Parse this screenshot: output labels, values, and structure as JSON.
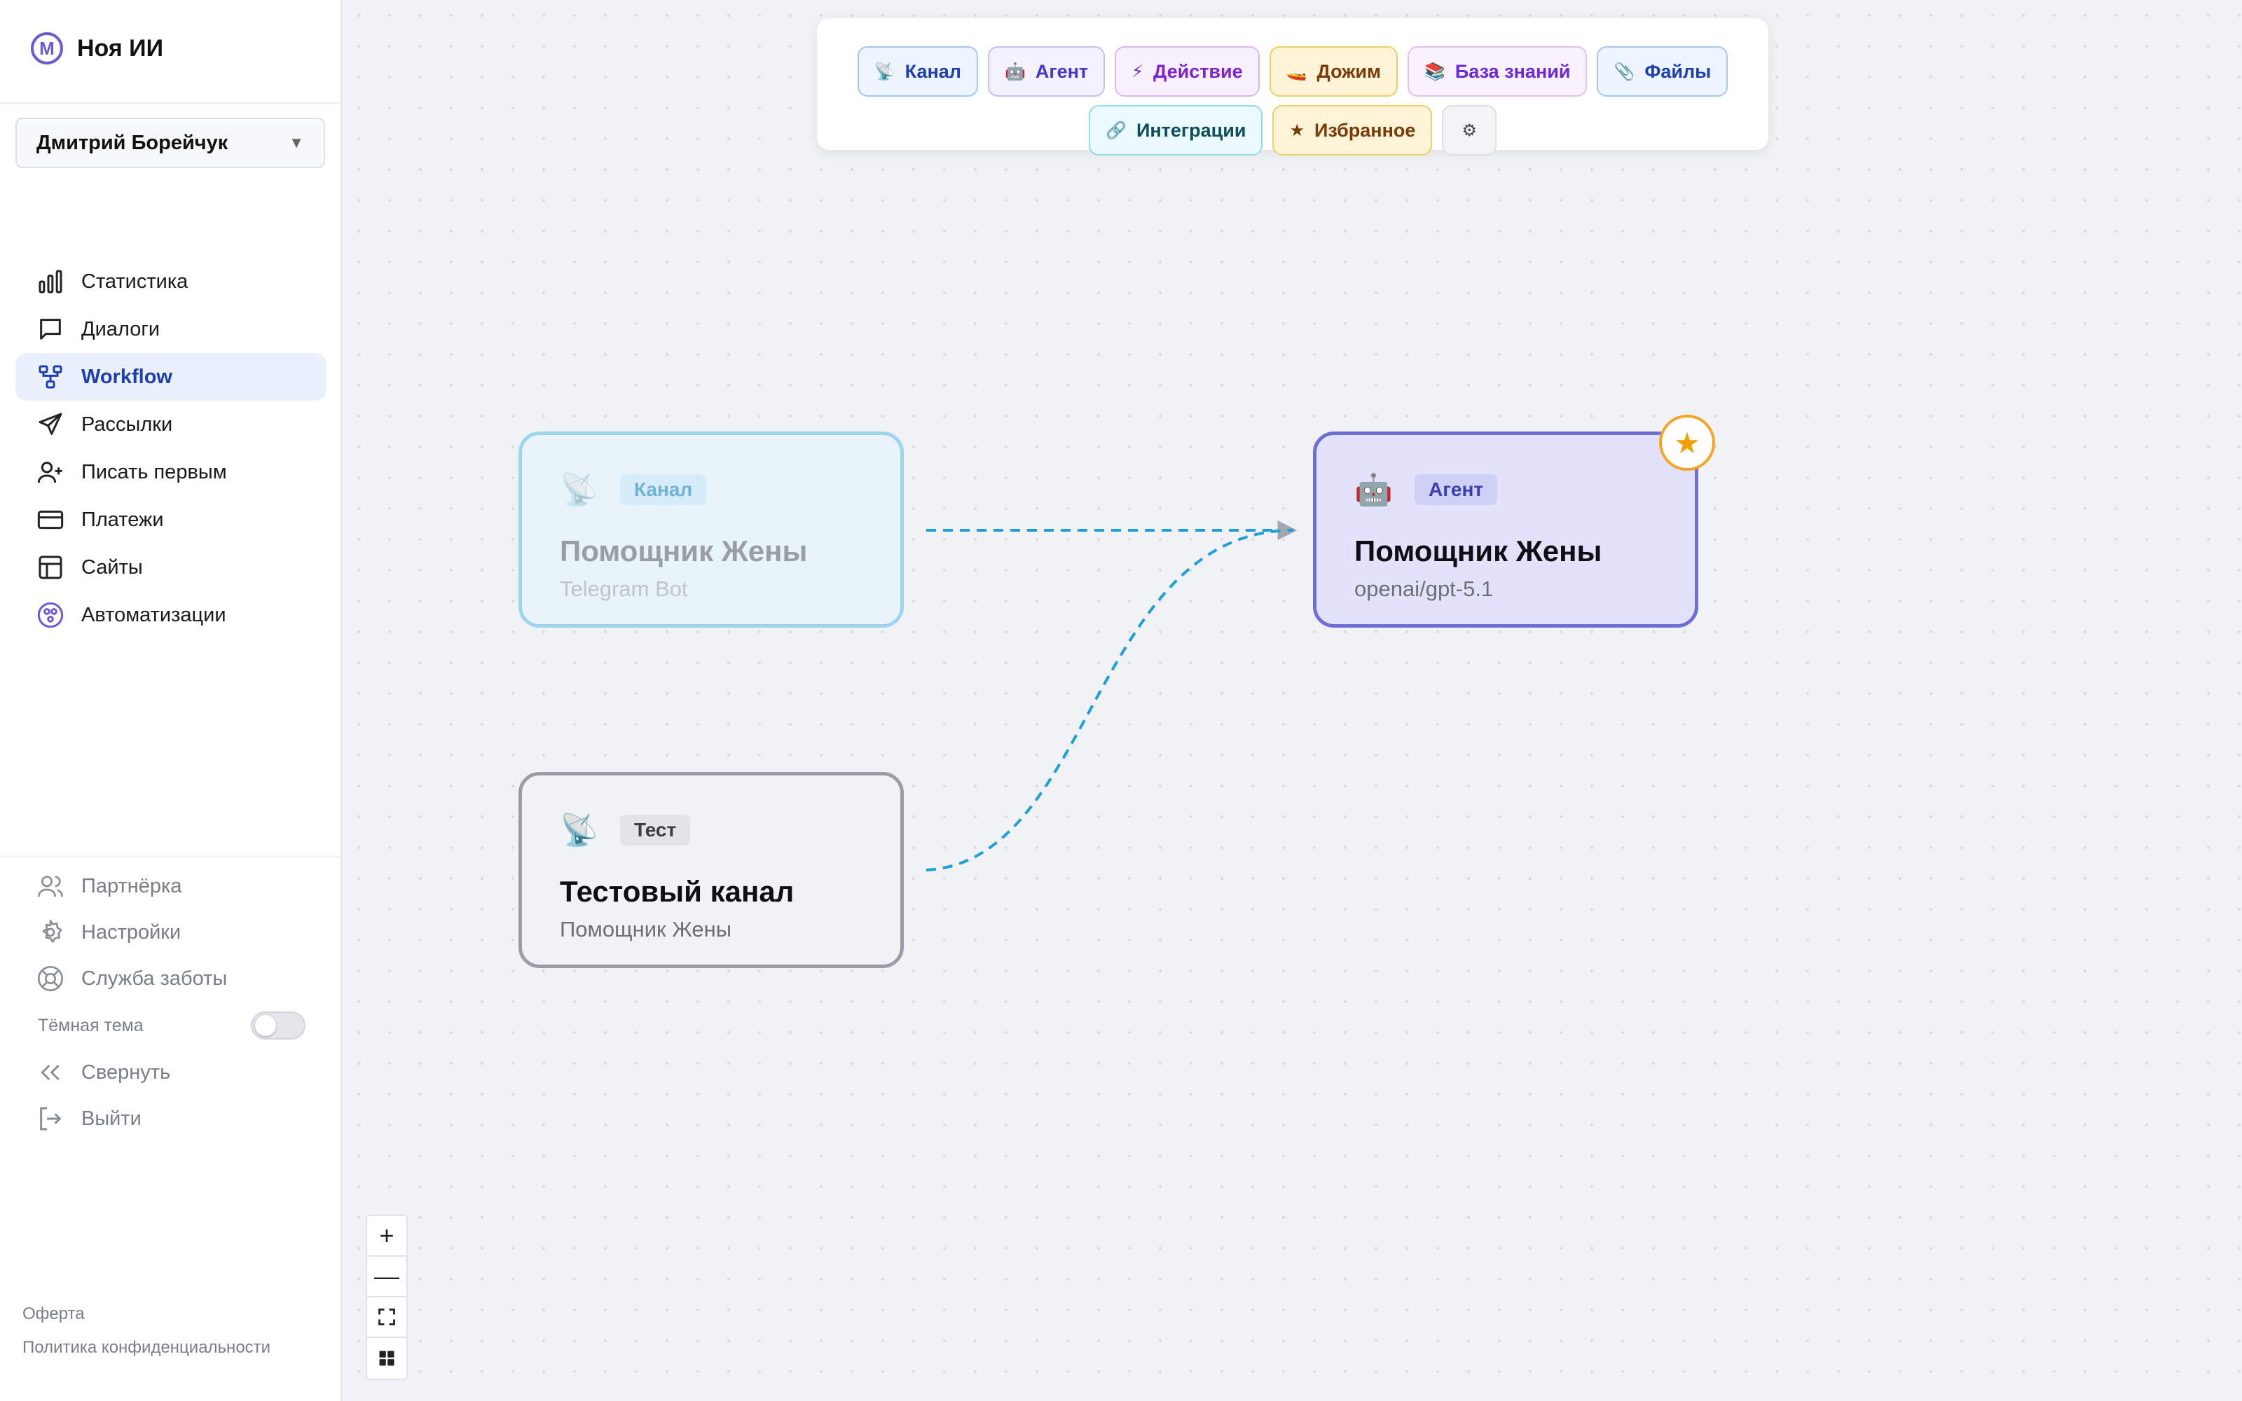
{
  "brand": {
    "name": "Ноя ИИ",
    "logo_letter": "M"
  },
  "user": {
    "name": "Дмитрий Борейчук",
    "caret": "▼"
  },
  "nav": {
    "items": [
      {
        "label": "Статистика",
        "icon": "bar-chart-icon"
      },
      {
        "label": "Диалоги",
        "icon": "chat-icon"
      },
      {
        "label": "Workflow",
        "icon": "workflow-icon",
        "active": true
      },
      {
        "label": "Рассылки",
        "icon": "send-icon"
      },
      {
        "label": "Писать первым",
        "icon": "user-plus-icon"
      },
      {
        "label": "Платежи",
        "icon": "credit-card-icon"
      },
      {
        "label": "Сайты",
        "icon": "layout-icon"
      },
      {
        "label": "Автоматизации",
        "icon": "automation-icon"
      }
    ]
  },
  "bottom_nav": {
    "partner": "Партнёрка",
    "settings": "Настройки",
    "support": "Служба заботы",
    "dark_theme": "Тёмная тема",
    "collapse": "Свернуть",
    "logout": "Выйти"
  },
  "footer": {
    "offer": "Оферта",
    "privacy": "Политика конфиденциальности"
  },
  "toolbar": {
    "row1": [
      {
        "label": "Канал",
        "icon": "📡",
        "color": "#1e3fae",
        "bg": "#eef4fd",
        "border": "#a9c6ee"
      },
      {
        "label": "Агент",
        "icon": "🤖",
        "color": "#4338ca",
        "bg": "#f3f1fd",
        "border": "#c7c1ef"
      },
      {
        "label": "Действие",
        "icon": "⚡",
        "color": "#7e22ce",
        "bg": "#f8f1fd",
        "border": "#d9b8f0"
      },
      {
        "label": "Дожим",
        "icon": "🚤",
        "color": "#7a3b09",
        "bg": "#fdf3d7",
        "border": "#f0cf6a"
      },
      {
        "label": "База знаний",
        "icon": "📚",
        "color": "#6d28d9",
        "bg": "#f9f1fb",
        "border": "#e2c2ec"
      },
      {
        "label": "Файлы",
        "icon": "📎",
        "color": "#1e3fae",
        "bg": "#eef4fd",
        "border": "#a9c6ee"
      }
    ],
    "row2": [
      {
        "label": "Интеграции",
        "icon": "🔗",
        "color": "#0f4c5c",
        "bg": "#ebfbfd",
        "border": "#8fdbe8"
      },
      {
        "label": "Избранное",
        "icon": "★",
        "color": "#7a3b09",
        "bg": "#fdf3d7",
        "border": "#f0cf6a"
      },
      {
        "label": "",
        "icon": "⚙",
        "color": "#444444",
        "bg": "#f3f4f6",
        "border": "#dcdfe4"
      }
    ]
  },
  "nodes": {
    "channel": {
      "badge": "Канал",
      "title": "Помощник Жены",
      "subtitle": "Telegram Bot",
      "icon": "📡"
    },
    "test": {
      "badge": "Тест",
      "title": "Тестовый канал",
      "subtitle": "Помощник Жены",
      "icon": "📡"
    },
    "agent": {
      "badge": "Агент",
      "title": "Помощник Жены",
      "subtitle": "openai/gpt-5.1",
      "icon": "🤖",
      "favorite_icon": "★"
    }
  },
  "zoom": {
    "in": "+",
    "out": "—"
  }
}
